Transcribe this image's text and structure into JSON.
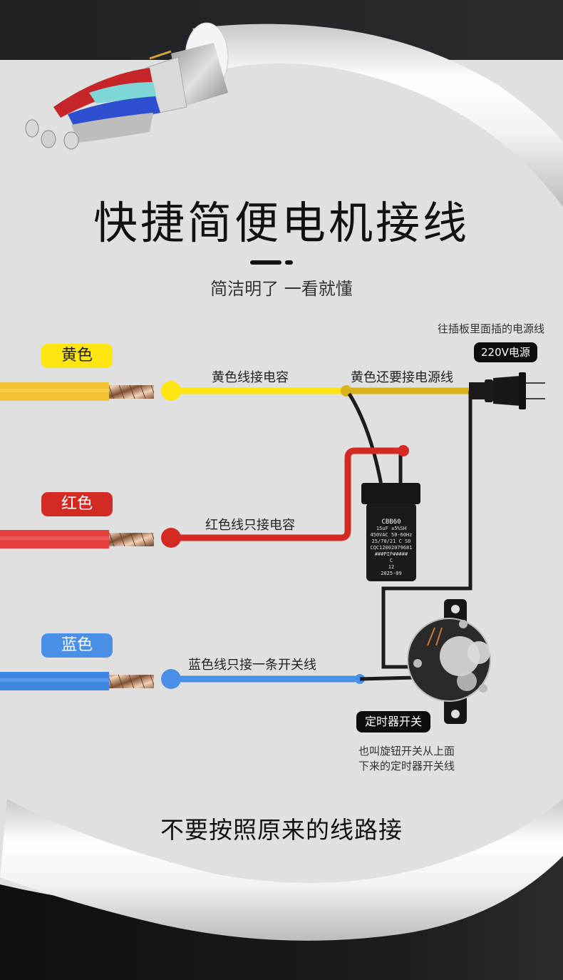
{
  "title": "快捷简便电机接线",
  "subtitle": "简洁明了 一看就懂",
  "wires": [
    {
      "id": "yellow",
      "tag": "黄色",
      "note": "黄色线接电容",
      "color": "#f2c230",
      "line_color": "#ffe512",
      "tag_bg": "#ffe512",
      "tag_text": "#222"
    },
    {
      "id": "red",
      "tag": "红色",
      "note": "红色线只接电容",
      "color": "#e84040",
      "line_color": "#d42a24",
      "tag_bg": "#d42a24",
      "tag_text": "#fff"
    },
    {
      "id": "blue",
      "tag": "蓝色",
      "note": "蓝色线只接一条开关线",
      "color": "#3f86e0",
      "line_color": "#4a90e6",
      "tag_bg": "#4a90e6",
      "tag_text": "#fff"
    }
  ],
  "yellow_extra_note": "黄色还要接电源线",
  "power": {
    "hint": "往插板里面插的电源线",
    "badge": "220V电源"
  },
  "capacitor": {
    "model": "CBB60",
    "lines": [
      "15uF   ±5%SH",
      "450VAC 50-60Hz",
      "25/70/21 C   S0",
      "CQC12002079681",
      "###PIP#####",
      "C",
      "12",
      "2025-09"
    ]
  },
  "timer": {
    "badge": "定时器开关",
    "desc_line1": "也叫旋钮开关从上面",
    "desc_line2": "下来的定时器开关线"
  },
  "bottom_text": "不要按照原来的线路接",
  "colors": {
    "background": "#e0e0e0",
    "dark_band": "#222326",
    "black_wire": "#1c1c1c",
    "dark_yellow": "#dcb21c"
  }
}
